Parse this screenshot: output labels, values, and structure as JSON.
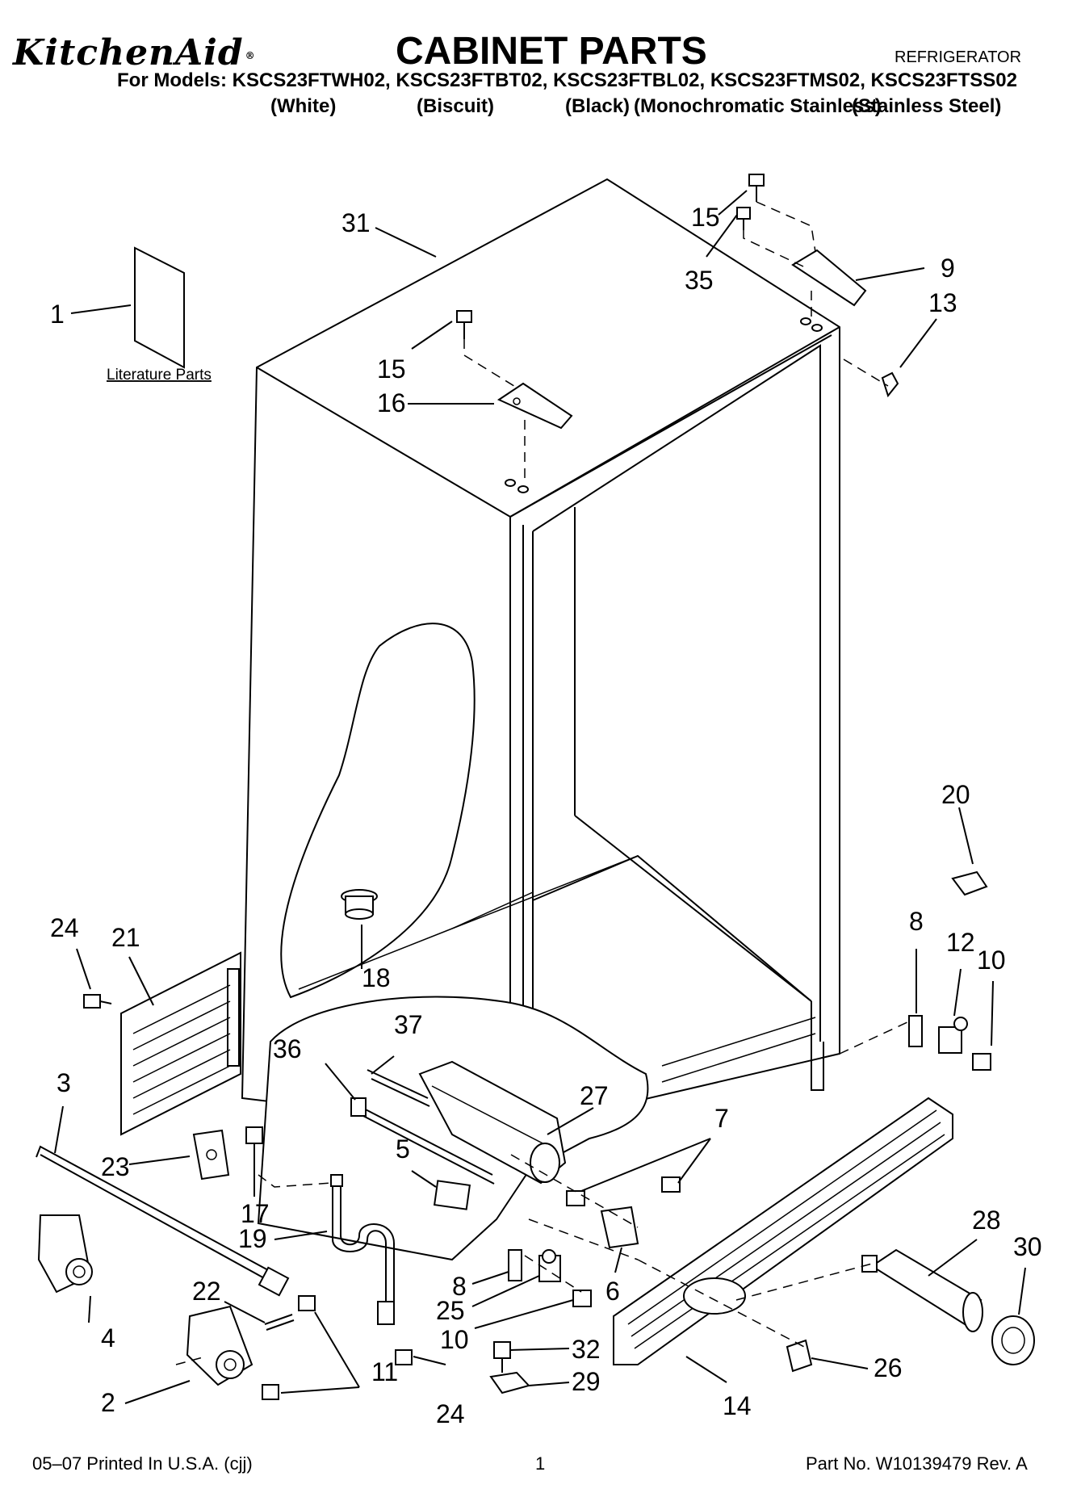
{
  "header": {
    "brand": "KitchenAid",
    "title": "CABINET PARTS",
    "appliance": "REFRIGERATOR",
    "models_line": "For Models: KSCS23FTWH02, KSCS23FTBT02, KSCS23FTBL02, KSCS23FTMS02, KSCS23FTSS02",
    "variants": [
      "(White)",
      "(Biscuit)",
      "(Black)",
      "(Monochromatic Stainless)",
      "(Stainless Steel)"
    ]
  },
  "diagram": {
    "literature_label": "Literature Parts",
    "callouts": [
      "31",
      "15",
      "35",
      "9",
      "1",
      "13",
      "15",
      "16",
      "20",
      "24",
      "21",
      "18",
      "8",
      "12",
      "10",
      "37",
      "36",
      "27",
      "3",
      "7",
      "5",
      "23",
      "17",
      "28",
      "30",
      "19",
      "22",
      "8",
      "25",
      "6",
      "4",
      "10",
      "32",
      "11",
      "2",
      "29",
      "24",
      "14",
      "26"
    ]
  },
  "footer": {
    "left": "05–07 Printed In U.S.A. (cjj)",
    "center": "1",
    "right": "Part No. W10139479 Rev. A"
  }
}
